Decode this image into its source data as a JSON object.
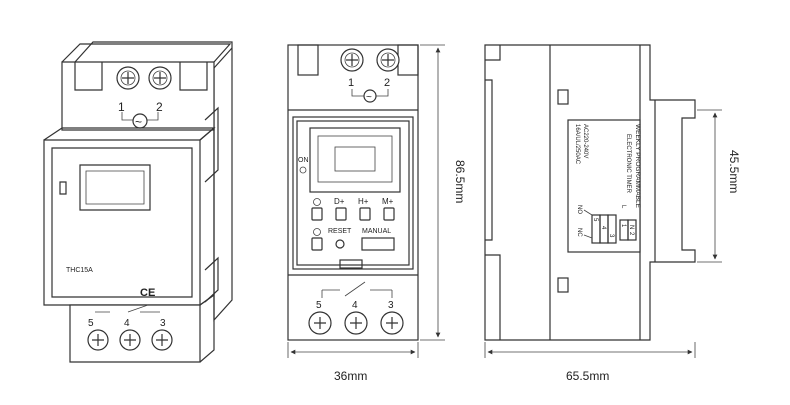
{
  "colors": {
    "stroke": "#333333",
    "background": "#ffffff",
    "text": "#222222"
  },
  "iso": {
    "term_top_1": "1",
    "term_top_2": "2",
    "tilde": "~",
    "model": "THC15A",
    "ce": "CE",
    "term_bot_5": "5",
    "term_bot_4": "4",
    "term_bot_3": "3"
  },
  "front": {
    "term_top_1": "1",
    "term_top_2": "2",
    "on_label": "ON",
    "btn_d": "D+",
    "btn_h": "H+",
    "btn_m": "M+",
    "reset": "RESET",
    "manual": "MANUAL",
    "term_bot_5": "5",
    "term_bot_4": "4",
    "term_bot_3": "3",
    "height_dim": "86.5mm",
    "width_dim": "36mm"
  },
  "side": {
    "label_line1": "WEEKLY PROGRAMMABLE",
    "label_line2": "ELECTRONIC TIMER",
    "label_line3": "AC220-240V",
    "label_line4": "16A/UL/250AC",
    "wiring_no": "NO",
    "wiring_nc": "NC",
    "wiring_l": "L",
    "wiring_n": "N",
    "wiring_5": "5",
    "wiring_4": "4",
    "wiring_3": "3",
    "wiring_1": "1",
    "wiring_2": "2",
    "height_dim": "45.5mm",
    "width_dim": "65.5mm"
  }
}
